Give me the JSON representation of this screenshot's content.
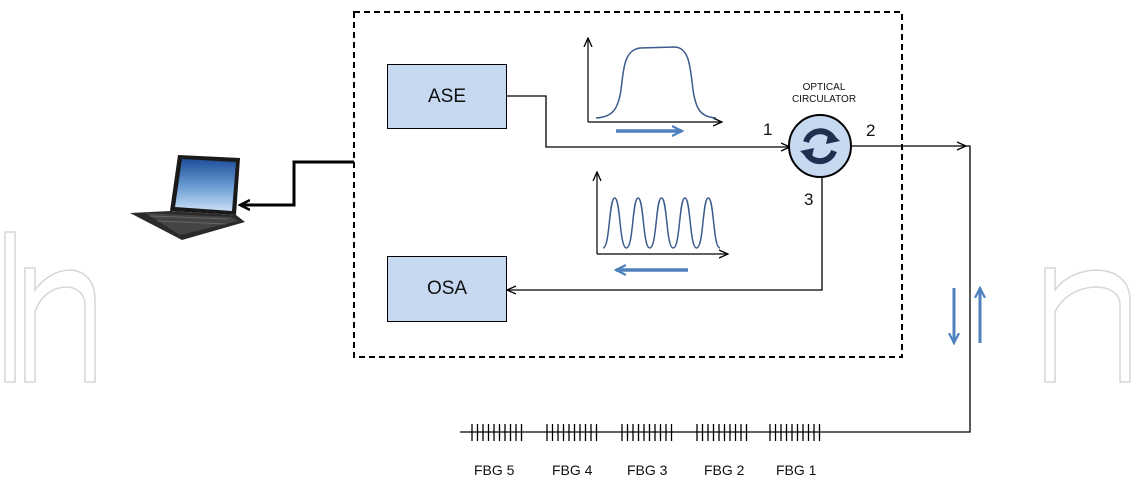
{
  "watermark": "IntechOpen",
  "boxes": {
    "source": "ASE",
    "analyzer": "OSA"
  },
  "circulator": {
    "label_line1": "OPTICAL",
    "label_line2": "CIRCULATOR",
    "ports": [
      "1",
      "2",
      "3"
    ]
  },
  "gratings": [
    "FBG 5",
    "FBG 4",
    "FBG 3",
    "FBG 2",
    "FBG 1"
  ],
  "colors": {
    "box_fill": "#c6d9f1",
    "arrow_blue": "#4f81bd",
    "curve": "#3b5b8c",
    "watermark": "#d0d0d0"
  },
  "icons": [
    "laptop-icon",
    "circulator-icon"
  ]
}
